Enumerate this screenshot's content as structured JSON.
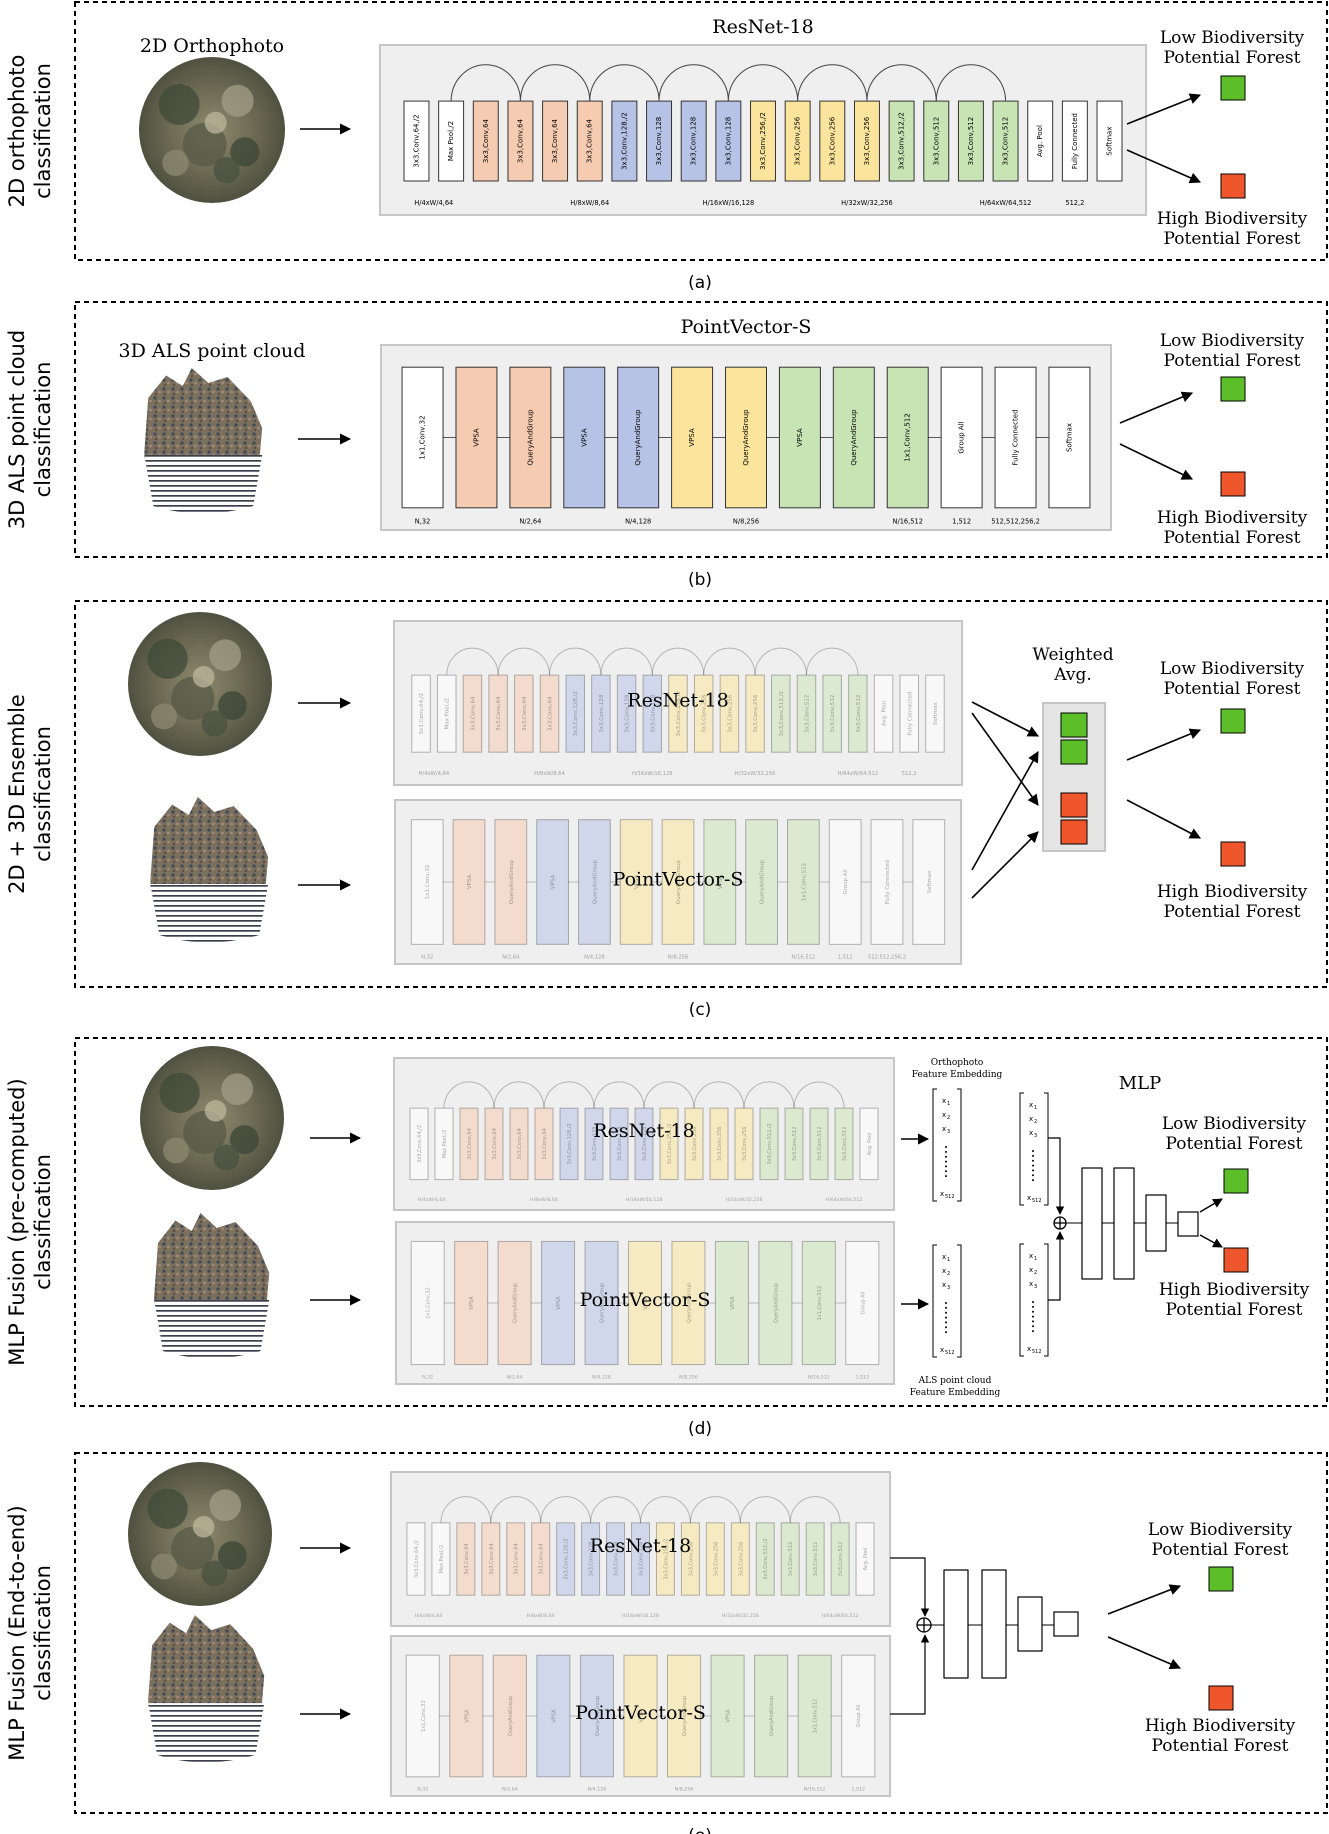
{
  "colors": {
    "orange": "#f5cbb1",
    "blue": "#b6c3e6",
    "yellow": "#fbe59c",
    "green": "#c8e3b4",
    "white": "#ffffff",
    "panel": "#efefef",
    "panel_border": "#c6c6c6",
    "low": "#5cbf2a",
    "high": "#f0562b"
  },
  "resnet_layers": [
    {
      "label": "3x3,Conv,64,/2",
      "color": "white"
    },
    {
      "label": "Max Pool,/2",
      "color": "white"
    },
    {
      "label": "3x3,Conv,64",
      "color": "orange"
    },
    {
      "label": "3x3,Conv,64",
      "color": "orange"
    },
    {
      "label": "3x3,Conv,64",
      "color": "orange"
    },
    {
      "label": "3x3,Conv,64",
      "color": "orange"
    },
    {
      "label": "3x3,Conv,128,/2",
      "color": "blue"
    },
    {
      "label": "3x3,Conv,128",
      "color": "blue"
    },
    {
      "label": "3x3,Conv,128",
      "color": "blue"
    },
    {
      "label": "3x3,Conv,128",
      "color": "blue"
    },
    {
      "label": "3x3,Conv,256,/2",
      "color": "yellow"
    },
    {
      "label": "3x3,Conv,256",
      "color": "yellow"
    },
    {
      "label": "3x3,Conv,256",
      "color": "yellow"
    },
    {
      "label": "3x3,Conv,256",
      "color": "yellow"
    },
    {
      "label": "3x3,Conv,512,/2",
      "color": "green"
    },
    {
      "label": "3x3,Conv,512",
      "color": "green"
    },
    {
      "label": "3x3,Conv,512",
      "color": "green"
    },
    {
      "label": "3x3,Conv,512",
      "color": "green"
    },
    {
      "label": "Avg. Pool",
      "color": "white"
    },
    {
      "label": "Fully Connected",
      "color": "white"
    },
    {
      "label": "Softmax",
      "color": "white"
    }
  ],
  "resnet_dims": [
    "H/4xW/4,64",
    "H/8xW/8,64",
    "H/16xW/16,128",
    "H/32xW/32,256",
    "H/64xW/64,512",
    "512,2"
  ],
  "pv_layers": [
    {
      "label": "1x1,Conv,32",
      "color": "white"
    },
    {
      "label": "VPSA",
      "color": "orange"
    },
    {
      "label": "QueryAndGroup",
      "color": "orange"
    },
    {
      "label": "VPSA",
      "color": "blue"
    },
    {
      "label": "QueryAndGroup",
      "color": "blue"
    },
    {
      "label": "VPSA",
      "color": "yellow"
    },
    {
      "label": "QueryAndGroup",
      "color": "yellow"
    },
    {
      "label": "VPSA",
      "color": "green"
    },
    {
      "label": "QueryAndGroup",
      "color": "green"
    },
    {
      "label": "1x1,Conv,512",
      "color": "green"
    },
    {
      "label": "Group All",
      "color": "white"
    },
    {
      "label": "Fully Connected",
      "color": "white"
    },
    {
      "label": "Softmax",
      "color": "white"
    }
  ],
  "pv_dims": [
    "N,32",
    "N/2,64",
    "N/4,128",
    "N/8,256",
    "N/16,512",
    "1,512",
    "512,512,256,2"
  ],
  "panels": [
    {
      "id": "a",
      "side_label": [
        "2D orthophoto",
        "classification"
      ],
      "caption": "(a)",
      "input_label": "2D Orthophoto",
      "network_title": "ResNet-18"
    },
    {
      "id": "b",
      "side_label": [
        "3D ALS point cloud",
        "classification"
      ],
      "caption": "(b)",
      "input_label": "3D ALS point cloud",
      "network_title": "PointVector-S"
    },
    {
      "id": "c",
      "side_label": [
        "2D + 3D Ensemble",
        "classification"
      ],
      "caption": "(c)",
      "resnet_overlay": "ResNet-18",
      "pv_overlay": "PointVector-S",
      "ensemble_label": [
        "Weighted",
        "Avg."
      ]
    },
    {
      "id": "d",
      "side_label": [
        "MLP Fusion (pre-computed)",
        "classification"
      ],
      "caption": "(d)",
      "resnet_overlay": "ResNet-18",
      "pv_overlay": "PointVector-S",
      "ortho_embedding": [
        "Orthophoto",
        "Feature Embedding"
      ],
      "als_embedding": [
        "ALS point cloud",
        "Feature Embedding"
      ],
      "mlp_label": "MLP"
    },
    {
      "id": "e",
      "side_label": [
        "MLP Fusion (End-to-end)",
        "classification"
      ],
      "caption": "(e)",
      "resnet_overlay": "ResNet-18",
      "pv_overlay": "PointVector-S"
    }
  ],
  "outputs": {
    "low": [
      "Low Biodiversity",
      "Potential Forest"
    ],
    "high": [
      "High Biodiversity",
      "Potential Forest"
    ]
  },
  "vectors": {
    "ortho_a": [
      "x",
      "1"
    ],
    "ortho_b": [
      "x",
      "2"
    ],
    "ortho_c": [
      "x",
      "3"
    ],
    "ortho_n": [
      "x",
      "512"
    ],
    "als_a": [
      "x",
      "1"
    ],
    "als_b": [
      "x",
      "2"
    ],
    "als_c": [
      "x",
      "3"
    ],
    "als_n": [
      "x",
      "512"
    ]
  }
}
